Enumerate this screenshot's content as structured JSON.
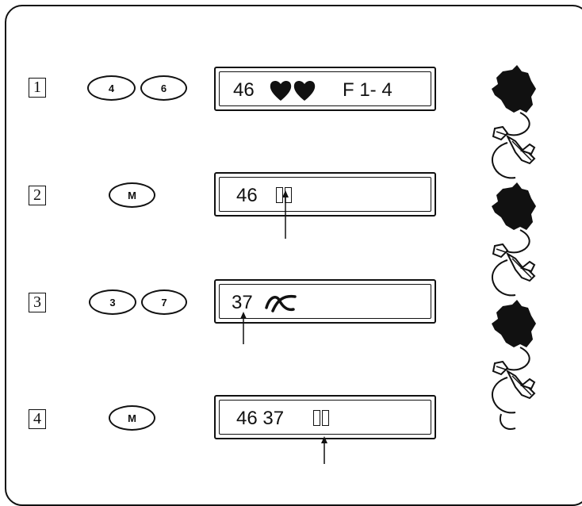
{
  "rows": [
    {
      "step": "1",
      "keys": [
        "4",
        "6"
      ],
      "display": "46",
      "display_suffix": "F 1- 4"
    },
    {
      "step": "2",
      "keys": [
        "M"
      ],
      "display": "46"
    },
    {
      "step": "3",
      "keys": [
        "3",
        "7"
      ],
      "display": "37"
    },
    {
      "step": "4",
      "keys": [
        "M"
      ],
      "display": "46 37"
    }
  ],
  "icons": {
    "row1_symbol": "two-hearts-icon",
    "row3_symbol": "vine-pattern-icon",
    "border_sample": "heart-vine-border-icon"
  }
}
